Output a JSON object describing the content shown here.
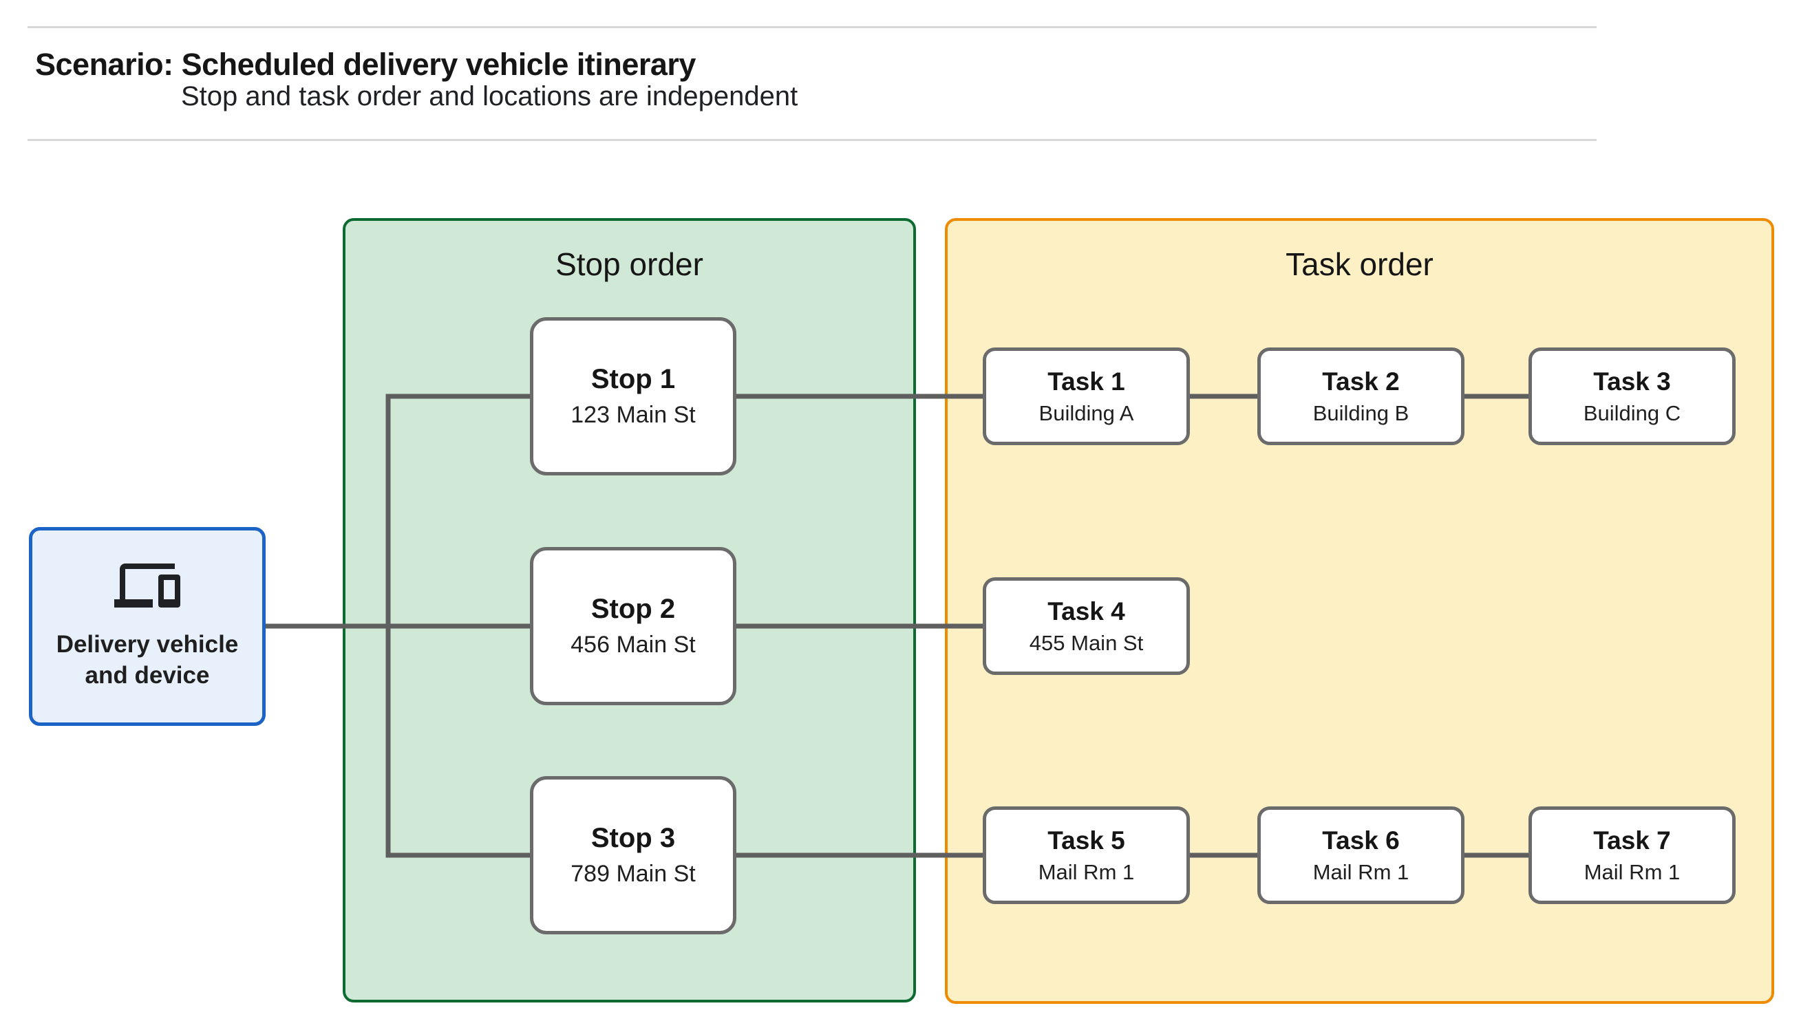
{
  "header": {
    "title": "Scenario: Scheduled delivery vehicle itinerary",
    "subtitle": "Stop and task order and locations are independent"
  },
  "delivery_node": {
    "icon": "devices-icon",
    "label_line1": "Delivery vehicle",
    "label_line2": "and device"
  },
  "panels": {
    "stop_order": {
      "title": "Stop order"
    },
    "task_order": {
      "title": "Task order"
    }
  },
  "stops": [
    {
      "title": "Stop 1",
      "subtitle": "123 Main St"
    },
    {
      "title": "Stop 2",
      "subtitle": "456 Main St"
    },
    {
      "title": "Stop 3",
      "subtitle": "789 Main St"
    }
  ],
  "tasks": [
    {
      "title": "Task 1",
      "subtitle": "Building A"
    },
    {
      "title": "Task 2",
      "subtitle": "Building B"
    },
    {
      "title": "Task 3",
      "subtitle": "Building C"
    },
    {
      "title": "Task 4",
      "subtitle": "455 Main St"
    },
    {
      "title": "Task 5",
      "subtitle": "Mail Rm 1"
    },
    {
      "title": "Task 6",
      "subtitle": "Mail Rm 1"
    },
    {
      "title": "Task 7",
      "subtitle": "Mail Rm 1"
    }
  ],
  "colors": {
    "stop_panel_fill": "#d0e8d6",
    "stop_panel_border": "#0d6b32",
    "task_panel_fill": "#fdf0c5",
    "task_panel_border": "#ef8b00",
    "delivery_fill": "#e8f0fc",
    "delivery_border": "#1b63c6",
    "node_border": "#6b6b6b",
    "connector": "#5f5f5f",
    "divider": "#d8d8d8"
  }
}
